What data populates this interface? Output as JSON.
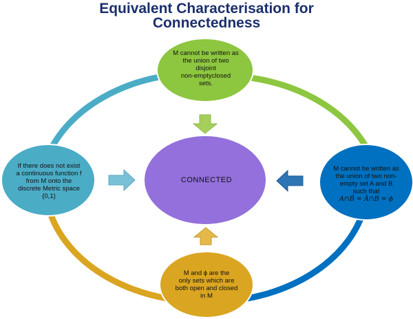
{
  "title": {
    "line1": "Equivalent Characterisation for",
    "line2": "Connectedness"
  },
  "center": {
    "label": "CONNECTED",
    "color": "#9370DB"
  },
  "nodes": {
    "top": {
      "lines": [
        "M cannot be written as",
        "the union of two",
        "disjoint",
        "non-emptyclosed",
        "sets."
      ],
      "color": "#8DC63F"
    },
    "left": {
      "lines": [
        "If there does not exist",
        "a continuous function f",
        "from M onto the",
        "discrete Metric space",
        "{0,1}"
      ],
      "color": "#4BACC6"
    },
    "right": {
      "lines": [
        "M  cannot be written as",
        "the union of two non-",
        "empty set A and B",
        "such that"
      ],
      "formula": "A∩B̄ = Ā∩B = ϕ",
      "color": "#0070C0"
    },
    "bottom": {
      "lines": [
        "M and     ϕ  are the",
        "only sets which are",
        "both open and closed",
        "in M"
      ],
      "color": "#DAA520"
    }
  },
  "arrows": {
    "top_color": "#A6CE5B",
    "left_color": "#79C1D6",
    "right_color": "#2E75B6",
    "bottom_color": "#E5B84A"
  }
}
